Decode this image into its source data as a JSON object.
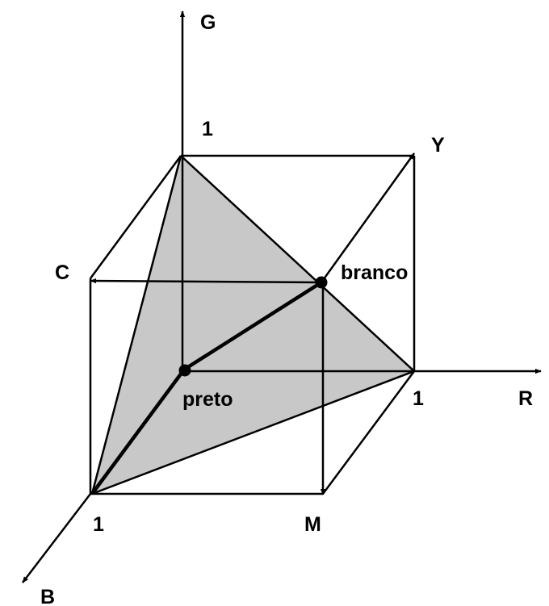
{
  "axes": {
    "r_label": "R",
    "g_label": "G",
    "b_label": "B"
  },
  "tick_labels": {
    "r_one": "1",
    "g_one": "1",
    "b_one": "1"
  },
  "vertices": {
    "yellow": "Y",
    "cyan": "C",
    "magenta": "M",
    "white": "branco",
    "black": "preto"
  },
  "colors": {
    "triangle_fill": "#c8c8c8",
    "stroke": "#000000",
    "background": "#ffffff"
  }
}
